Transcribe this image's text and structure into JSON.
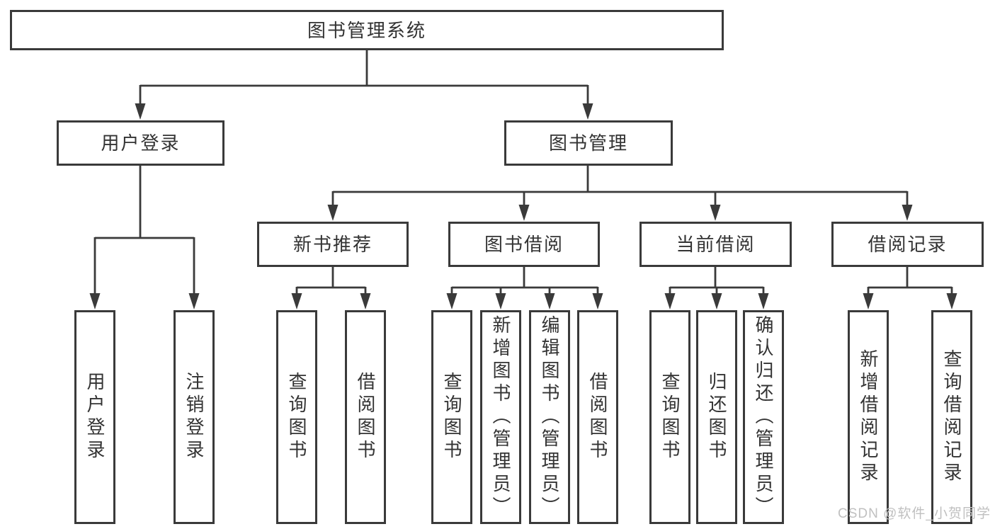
{
  "colors": {
    "line": "#3a3a3a",
    "text": "#333333",
    "box_background": "#ffffff",
    "watermark": "#c0c0c0"
  },
  "watermark": {
    "text": "CSDN @软件_小贺同学"
  },
  "tree": {
    "label": "图书管理系统",
    "children": [
      {
        "label": "用户登录",
        "children": [
          {
            "label": "用户登录"
          },
          {
            "label": "注销登录"
          }
        ]
      },
      {
        "label": "图书管理",
        "children": [
          {
            "label": "新书推荐",
            "children": [
              {
                "label": "查询图书"
              },
              {
                "label": "借阅图书"
              }
            ]
          },
          {
            "label": "图书借阅",
            "children": [
              {
                "label": "查询图书"
              },
              {
                "label": "新增图书（管理员）"
              },
              {
                "label": "编辑图书（管理员）"
              },
              {
                "label": "借阅图书"
              }
            ]
          },
          {
            "label": "当前借阅",
            "children": [
              {
                "label": "查询图书"
              },
              {
                "label": "归还图书"
              },
              {
                "label": "确认归还（管理员）"
              }
            ]
          },
          {
            "label": "借阅记录",
            "children": [
              {
                "label": "新增借阅记录"
              },
              {
                "label": "查询借阅记录"
              }
            ]
          }
        ]
      }
    ]
  }
}
